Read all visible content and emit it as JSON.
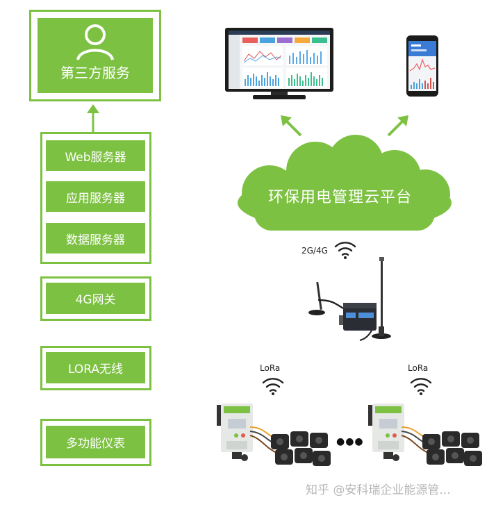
{
  "left_stack": {
    "third_party": "第三方服务",
    "servers": [
      "Web服务器",
      "应用服务器",
      "数据服务器"
    ],
    "gateway": "4G网关",
    "lora": "LORA无线",
    "meter": "多功能仪表"
  },
  "cloud": {
    "label": "环保用电管理云平台"
  },
  "network": {
    "cellular_label": "2G/4G",
    "lora_label_left": "LoRa",
    "lora_label_right": "LoRa",
    "ellipsis": "●●●"
  },
  "watermark": "知乎 @安科瑞企业能源管..."
}
